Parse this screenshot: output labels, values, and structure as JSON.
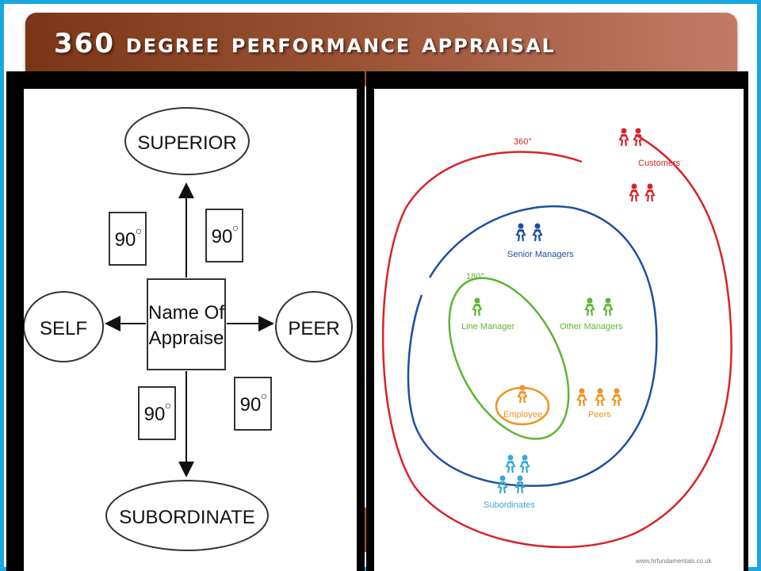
{
  "title": {
    "text": "360 Degree Performance Appraisal"
  },
  "left_diagram": {
    "superior": "SUPERIOR",
    "self": "SELF",
    "peer": "PEER",
    "subordinate": "SUBORDINATE",
    "center_line1": "Name Of",
    "center_line2": "Appraise",
    "angle_label": "90",
    "degree_symbol": "○"
  },
  "right_diagram": {
    "outer_ring_label": "360°",
    "inner_ring_label": "180°",
    "customers": "Customers",
    "senior_managers": "Senior Managers",
    "line_manager": "Line Manager",
    "other_managers": "Other Managers",
    "employee": "Employee",
    "peers": "Peers",
    "subordinates": "Subordinates",
    "source": "www.hrfundamentals.co.uk"
  },
  "colors": {
    "frame": "#19a7e0",
    "banner_dark": "#7a3617",
    "banner_light": "#c27c66",
    "ring_360": "#d8232a",
    "ring_mid": "#1f4ea1",
    "ring_180": "#5bb531",
    "employee": "#f0921c",
    "subordinates": "#39a8d6"
  }
}
